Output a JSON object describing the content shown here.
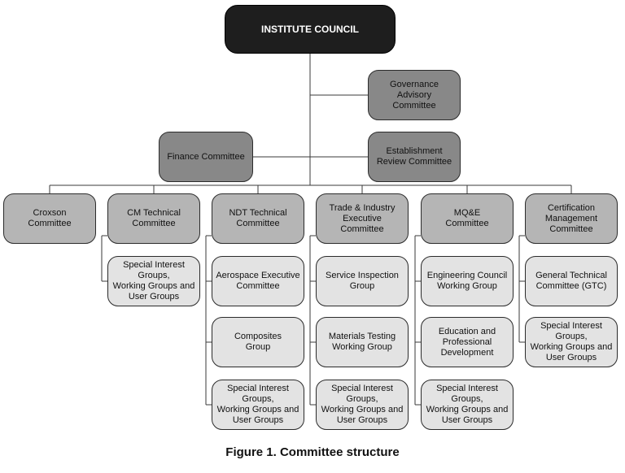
{
  "council": "INSTITUTE COUNCIL",
  "governance": "Governance\nAdvisory\nCommittee",
  "finance": "Finance Committee",
  "establishment": "Establishment\nReview Committee",
  "committees": {
    "croxson": "Croxson\nCommittee",
    "cm": "CM Technical\nCommittee",
    "ndt": "NDT Technical\nCommittee",
    "trade": "Trade & Industry\nExecutive\nCommittee",
    "mqe": "MQ&E\nCommittee",
    "cert": "Certification\nManagement\nCommittee"
  },
  "cm_children": [
    "Special Interest\nGroups,\nWorking Groups and\nUser Groups"
  ],
  "ndt_children": [
    "Aerospace Executive\nCommittee",
    "Composites\nGroup",
    "Special Interest\nGroups,\nWorking Groups and\nUser Groups"
  ],
  "trade_children": [
    "Service Inspection\nGroup",
    "Materials Testing\nWorking Group",
    "Special Interest\nGroups,\nWorking Groups and\nUser Groups"
  ],
  "mqe_children": [
    "Engineering Council\nWorking Group",
    "Education and\nProfessional\nDevelopment",
    "Special Interest\nGroups,\nWorking Groups and\nUser Groups"
  ],
  "cert_children": [
    "General Technical\nCommittee (GTC)",
    "Special Interest\nGroups,\nWorking Groups and\nUser Groups"
  ],
  "caption": "Figure 1. Committee structure"
}
